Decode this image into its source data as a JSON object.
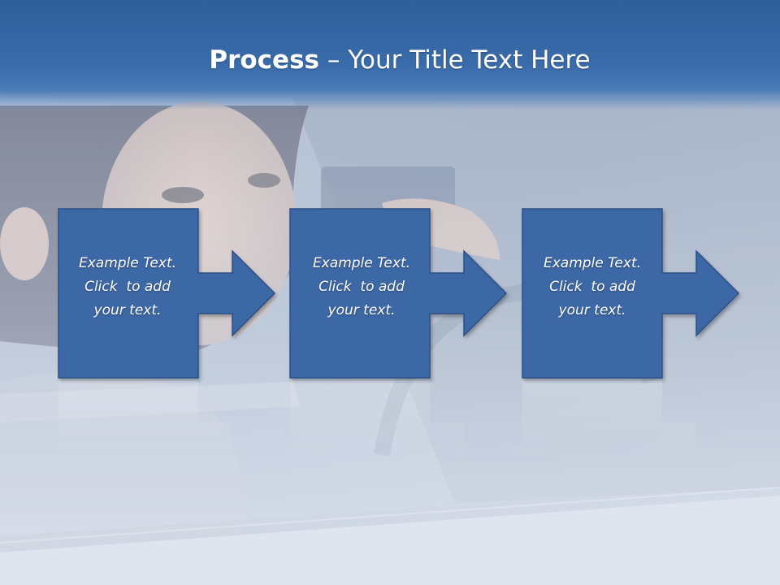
{
  "title": {
    "bold": "Process",
    "rest": " – Your Title Text Here"
  },
  "steps": [
    {
      "line1": "Example Text.",
      "line2": "Click  to add",
      "line3": "your text."
    },
    {
      "line1": "Example Text.",
      "line2": "Click  to add",
      "line3": "your text."
    },
    {
      "line1": "Example Text.",
      "line2": "Click  to add",
      "line3": "your text."
    }
  ],
  "colors": {
    "title_band": "#3a6cab",
    "box_fill": "#3e68a6",
    "box_border": "#2a4f85",
    "text": "#ffffff"
  },
  "icons": [
    "right-arrow-icon",
    "right-arrow-icon",
    "right-arrow-icon"
  ]
}
